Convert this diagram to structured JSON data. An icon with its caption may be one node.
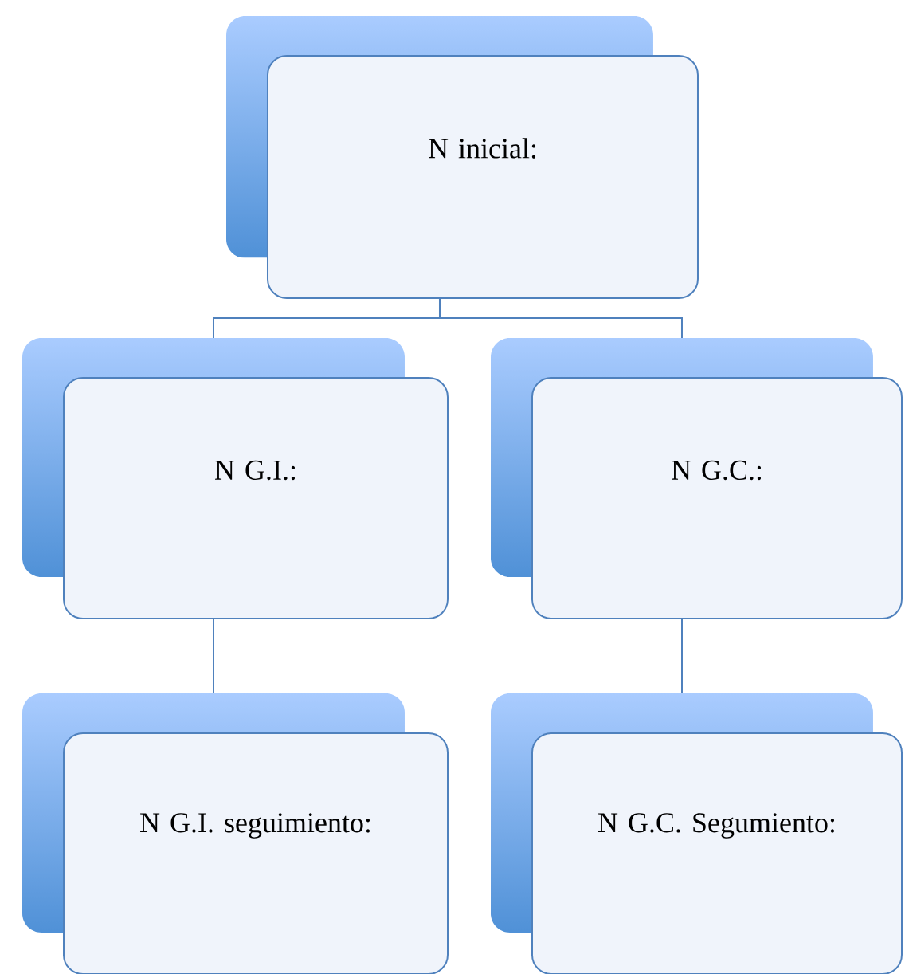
{
  "diagram": {
    "nodes": [
      {
        "text": [
          "N inicial:"
        ]
      },
      {
        "text": [
          "N G.I.:"
        ]
      },
      {
        "text": [
          "N G.C.:"
        ]
      },
      {
        "text": [
          "N G.I. seguimiento:"
        ]
      },
      {
        "text": [
          "N G.C. Segumiento:"
        ]
      }
    ],
    "edges": [
      {
        "from": 0,
        "to": 1,
        "arrow": "none"
      },
      {
        "from": 0,
        "to": 2,
        "arrow": "none"
      },
      {
        "from": 1,
        "to": 3,
        "arrow": "none"
      },
      {
        "from": 2,
        "to": 4,
        "arrow": "none"
      }
    ]
  }
}
